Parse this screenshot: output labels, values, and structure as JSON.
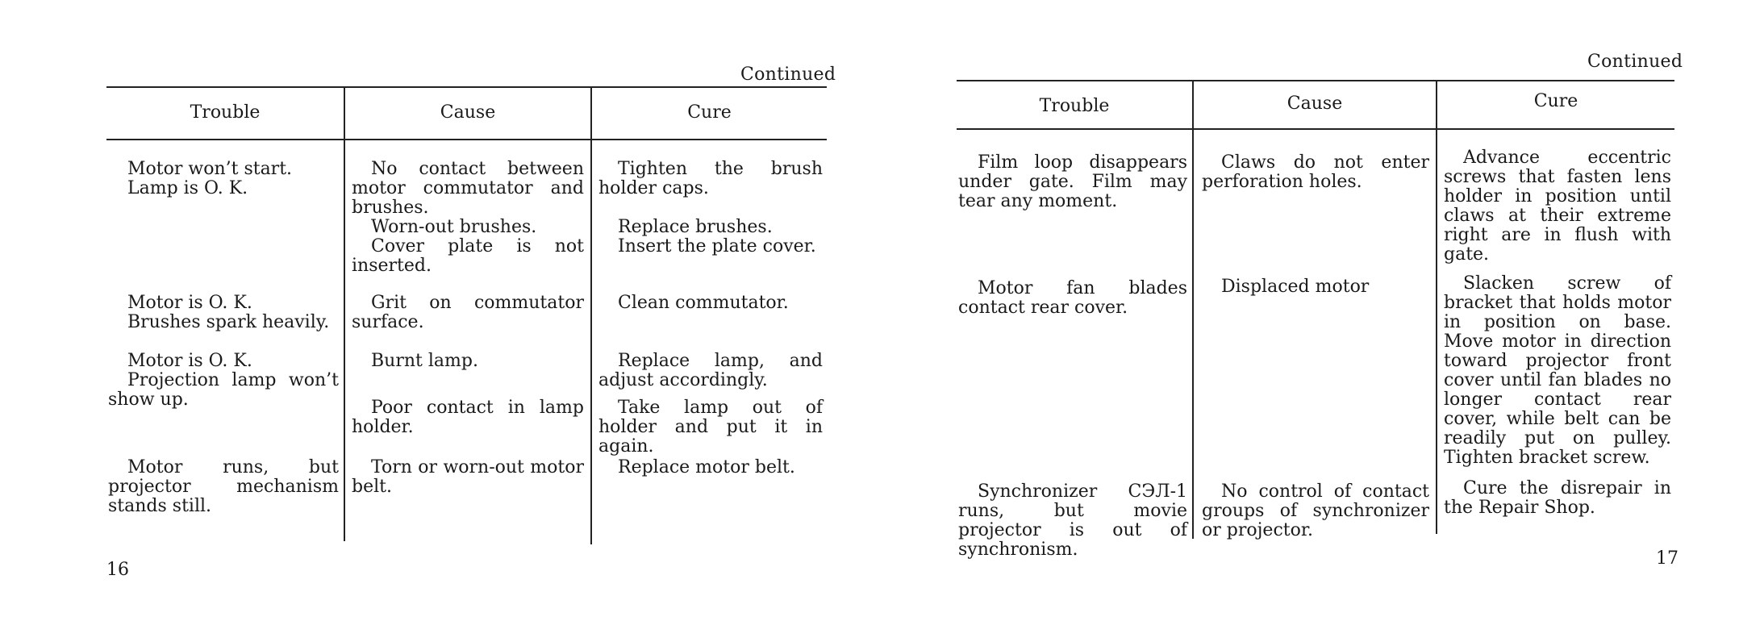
{
  "left_page": {
    "continued": "Continued",
    "headers": {
      "trouble": "Trouble",
      "cause": "Cause",
      "cure": "Cure"
    },
    "rows": [
      {
        "trouble": [
          "Motor won’t start.",
          "Lamp is O. K."
        ],
        "cause": [
          "No contact between motor commutator and brushes.",
          "Worn-out brushes.",
          "Cover plate is not inserted."
        ],
        "cure": [
          "Tighten the brush holder caps.",
          "Replace brushes.",
          "Insert the plate cover."
        ]
      },
      {
        "trouble": [
          "Motor is O. K.",
          "Brushes spark heavily."
        ],
        "cause": [
          "Grit on commutator surface."
        ],
        "cure": [
          "Clean commutator."
        ]
      },
      {
        "trouble": [
          "Motor is O. K.",
          "Projection lamp won’t show up."
        ],
        "cause": [
          "Burnt lamp.",
          "Poor contact in lamp holder."
        ],
        "cure": [
          "Replace lamp, and adjust accordingly.",
          "Take lamp out of holder and put it in again."
        ]
      },
      {
        "trouble": [
          "Motor runs, but projector mechanism stands still."
        ],
        "cause": [
          "Torn or worn-out motor belt."
        ],
        "cure": [
          "Replace motor belt."
        ]
      }
    ],
    "page_number": "16"
  },
  "right_page": {
    "continued": "Continued",
    "headers": {
      "trouble": "Trouble",
      "cause": "Cause",
      "cure": "Cure"
    },
    "rows": [
      {
        "trouble": [
          "Film loop disappears under gate. Film may tear any moment."
        ],
        "cause": [
          "Claws do not enter perforation holes."
        ],
        "cure": [
          "Advance eccentric screws that fasten lens holder in position until claws at their extreme right are in flush with gate."
        ]
      },
      {
        "trouble": [
          "Motor fan blades contact rear cover."
        ],
        "cause": [
          "Displaced motor"
        ],
        "cure": [
          "Slacken screw of bracket that holds motor in position on base. Move motor in direction toward projector front cover until fan blades no longer contact rear cover, while belt can be readily put on pulley. Tighten bracket screw."
        ]
      },
      {
        "trouble": [
          "Synchronizer СЭЛ-1 runs, but movie projector is out of synchronism."
        ],
        "cause": [
          "No control of contact groups of synchronizer or projector."
        ],
        "cure": [
          "Cure the disrepair in the Repair Shop."
        ]
      }
    ],
    "page_number": "17"
  }
}
